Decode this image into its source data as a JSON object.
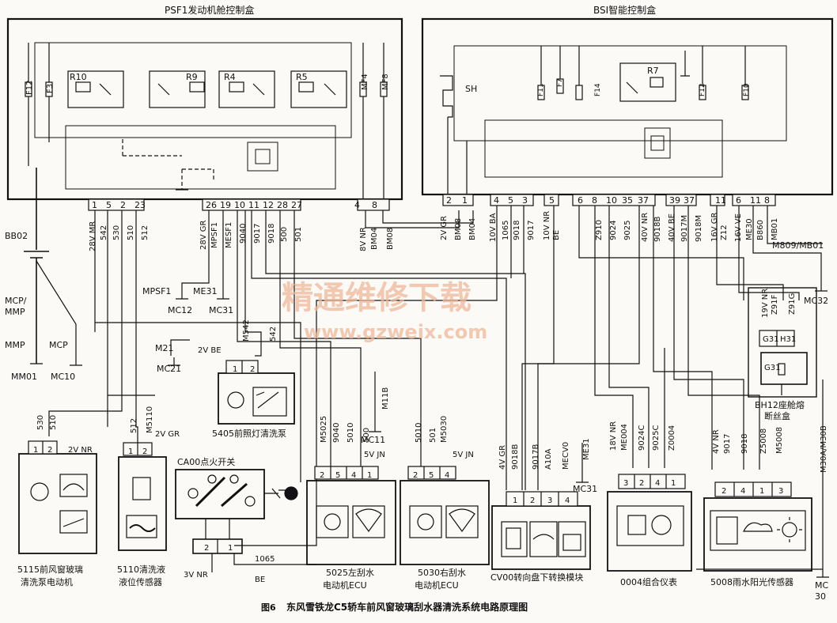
{
  "diagram": {
    "caption_label": "图6",
    "caption_text": "东风雪铁龙C5轿车前风窗玻璃刮水器清洗系统电路原理图",
    "watermark_cn": "精通维修下载",
    "watermark_url": "www.gzweix.com"
  },
  "psf1": {
    "title": "PSF1发动机舱控制盒",
    "fuses": [
      "F12",
      "F3",
      "MF4",
      "MF8"
    ],
    "relays": [
      "R10",
      "R9",
      "R4",
      "R5"
    ],
    "pins": [
      "1",
      "5",
      "2",
      "23",
      "26",
      "19",
      "10",
      "11",
      "12",
      "28",
      "27",
      "4",
      "8"
    ]
  },
  "bsi": {
    "title": "BSI智能控制盒",
    "shunt": "SH",
    "fuses": [
      "F11",
      "F7",
      "F14",
      "F12",
      "F10"
    ],
    "relay": "R7",
    "pins": [
      "2",
      "1",
      "4",
      "5",
      "3",
      "5",
      "6",
      "8",
      "10",
      "35",
      "37",
      "39",
      "37",
      "11",
      "6",
      "11",
      "8"
    ]
  },
  "wires": {
    "psf1": [
      "28V MR",
      "542",
      "530",
      "510",
      "512",
      "28V GR",
      "MPSF1",
      "MESF1",
      "9040",
      "9017",
      "9018",
      "500",
      "501",
      "8V NR",
      "BM04",
      "BM08"
    ],
    "bsi": [
      "2V GR",
      "BM08",
      "BM04",
      "10V BA",
      "1065",
      "9018",
      "9017",
      "10V NR",
      "BE",
      "Z910",
      "9024",
      "9025",
      "40V NR",
      "9018B",
      "40V BE",
      "9017M",
      "9018M",
      "16V GR",
      "Z12",
      "16V VE",
      "ME30",
      "B860",
      "MB01"
    ],
    "mb": "M809/MB01"
  },
  "grounds": {
    "bb02": "BB02",
    "mcp_mmp": "MCP/\nMMP",
    "mcp_line1": "MCP/",
    "mcp_line2": "MMP",
    "mmp": "MMP",
    "mcp": "MCP",
    "mm01": "MM01",
    "mc10": "MC10",
    "mpsf1": "MPSF1",
    "me31": "ME31",
    "mc12": "MC12",
    "mc31": "MC31",
    "mc32": "MC32",
    "m21": "M21",
    "mc21": "MC21",
    "m11b": "M11B",
    "mc11": "MC11",
    "me31b": "ME31",
    "mc31b": "MC31",
    "mc30a": "MC",
    "mc30b": "30"
  },
  "components": {
    "c5115": {
      "label1": "5115前风窗玻璃",
      "label2": "清洗泵电动机",
      "pins": [
        "1",
        "2"
      ],
      "wires": [
        "530",
        "510",
        "2V NR"
      ]
    },
    "c5110": {
      "label1": "5110清洗液",
      "label2": "液位传感器",
      "pins": [
        "1",
        "2"
      ],
      "wires": [
        "512",
        "M5110",
        "2V GR"
      ]
    },
    "c5405": {
      "label": "5405前照灯清洗泵",
      "pins": [
        "1",
        "2"
      ],
      "wires": [
        "2V BE",
        "M542",
        "542"
      ]
    },
    "ca00": {
      "label": "CA00点火开关",
      "pins": [
        "2",
        "1"
      ],
      "wires": [
        "3V NR",
        "1065",
        "BE"
      ]
    },
    "c5025": {
      "label1": "5025左刮水",
      "label2": "电动机ECU",
      "pins": [
        "2",
        "5",
        "4",
        "1"
      ],
      "wires": [
        "M5025",
        "9040",
        "5010",
        "500",
        "5V JN"
      ]
    },
    "c5030": {
      "label1": "5030右刮水",
      "label2": "电动机ECU",
      "pins": [
        "2",
        "5",
        "4"
      ],
      "wires": [
        "5010",
        "501",
        "M5030",
        "5V JN"
      ]
    },
    "cv00": {
      "label": "CV00转向盘下转换模块",
      "pins": [
        "1",
        "2",
        "3",
        "4"
      ],
      "wires": [
        "4V GR",
        "9018B",
        "9017B",
        "A10A",
        "MECV0"
      ]
    },
    "c0004": {
      "label": "0004组合仪表",
      "pins": [
        "3",
        "2",
        "4",
        "1"
      ],
      "wires": [
        "18V NR",
        "ME004",
        "9024C",
        "9025C",
        "Z0004"
      ]
    },
    "c5008": {
      "label": "5008雨水阳光传感器",
      "pins": [
        "2",
        "4",
        "1",
        "3"
      ],
      "wires": [
        "4V NR",
        "9017",
        "9018",
        "Z5008",
        "M5008",
        "M30A/M30B"
      ]
    },
    "bh12": {
      "label1": "BH12座舱熔",
      "label2": "断丝盒",
      "pins": [
        "G31",
        "H31"
      ],
      "fuse": "G31",
      "wires": [
        "19V NR",
        "Z91F",
        "Z91G"
      ]
    }
  }
}
